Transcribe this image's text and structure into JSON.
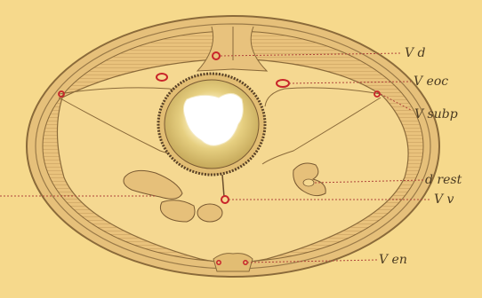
{
  "figure": {
    "labels": {
      "vd": "V d",
      "veoc": "V eoc",
      "vsubp": "V subp",
      "drest": "d rest",
      "vv": "V v",
      "ven": "V en"
    },
    "colors": {
      "background": "#f6d98c",
      "outline": "#8a6a3a",
      "vessel": "#c8242a",
      "leader": "#b0453b",
      "label": "#4a3a22"
    }
  }
}
